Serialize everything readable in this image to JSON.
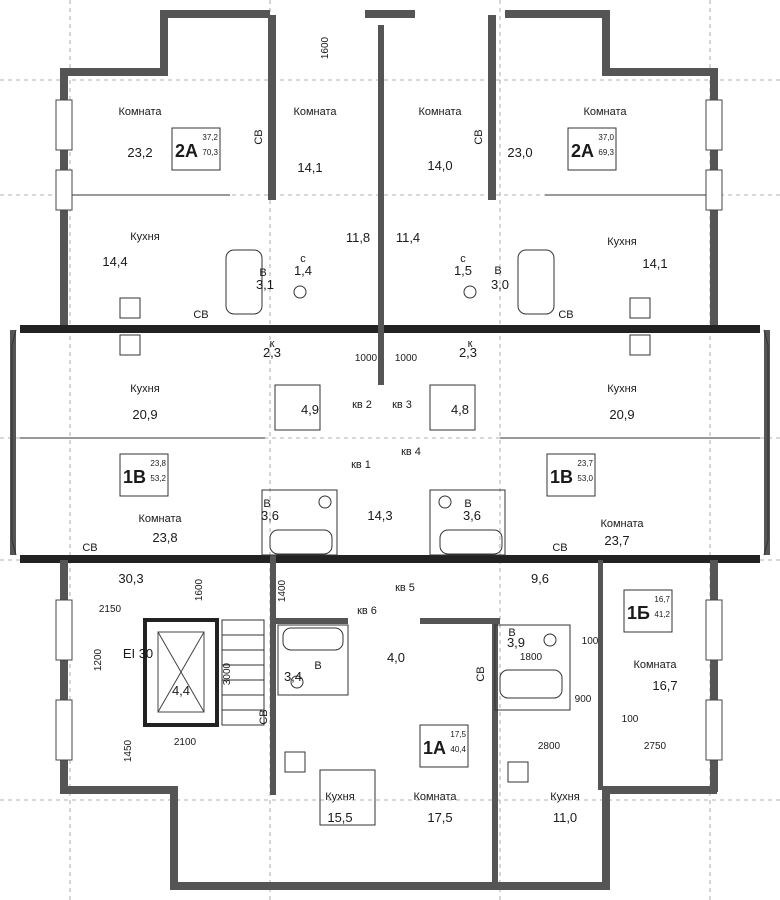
{
  "rooms": [
    {
      "id": "r1",
      "label": "Комната",
      "area": "23,2"
    },
    {
      "id": "r2",
      "label": "Комната",
      "area": "14,1"
    },
    {
      "id": "r3",
      "label": "Комната",
      "area": "14,0"
    },
    {
      "id": "r4",
      "label": "Комната",
      "area": "23,0"
    },
    {
      "id": "r5",
      "label": "Кухня",
      "area": "14,4"
    },
    {
      "id": "r6",
      "label": "Кухня",
      "area": "14,1"
    },
    {
      "id": "r7",
      "label": "Кухня",
      "area": "20,9"
    },
    {
      "id": "r8",
      "label": "Кухня",
      "area": "20,9"
    },
    {
      "id": "r9",
      "label": "Комната",
      "area": "23,8"
    },
    {
      "id": "r10",
      "label": "Комната",
      "area": "23,7"
    },
    {
      "id": "r11",
      "label": "Комната",
      "area": "16,7"
    },
    {
      "id": "r12",
      "label": "Кухня",
      "area": "15,5"
    },
    {
      "id": "r13",
      "label": "Комната",
      "area": "17,5"
    },
    {
      "id": "r14",
      "label": "Кухня",
      "area": "11,0"
    }
  ],
  "small_areas": [
    {
      "id": "a1",
      "text": "11,8"
    },
    {
      "id": "a2",
      "text": "11,4"
    },
    {
      "id": "a3",
      "text": "3,1"
    },
    {
      "id": "a4",
      "text": "1,4"
    },
    {
      "id": "a5",
      "text": "1,5"
    },
    {
      "id": "a6",
      "text": "3,0"
    },
    {
      "id": "a7",
      "text": "2,3"
    },
    {
      "id": "a8",
      "text": "2,3"
    },
    {
      "id": "a9",
      "text": "4,9"
    },
    {
      "id": "a10",
      "text": "4,8"
    },
    {
      "id": "a11",
      "text": "3,6"
    },
    {
      "id": "a12",
      "text": "3,6"
    },
    {
      "id": "a13",
      "text": "14,3"
    },
    {
      "id": "a14",
      "text": "30,3"
    },
    {
      "id": "a15",
      "text": "9,6"
    },
    {
      "id": "a16",
      "text": "4,0"
    },
    {
      "id": "a17",
      "text": "3,4"
    },
    {
      "id": "a18",
      "text": "3,9"
    },
    {
      "id": "a19",
      "text": "4,4"
    }
  ],
  "letter_marks": [
    {
      "id": "m1",
      "text": "В"
    },
    {
      "id": "m2",
      "text": "с"
    },
    {
      "id": "m3",
      "text": "с"
    },
    {
      "id": "m4",
      "text": "В"
    },
    {
      "id": "m5",
      "text": "к"
    },
    {
      "id": "m6",
      "text": "к"
    },
    {
      "id": "m7",
      "text": "В"
    },
    {
      "id": "m8",
      "text": "В"
    },
    {
      "id": "m9",
      "text": "В"
    },
    {
      "id": "m10",
      "text": "В"
    }
  ],
  "sv_marks": [
    {
      "id": "s1",
      "text": "СВ"
    },
    {
      "id": "s2",
      "text": "СВ"
    },
    {
      "id": "s3",
      "text": "СВ"
    },
    {
      "id": "s4",
      "text": "СВ"
    },
    {
      "id": "s5",
      "text": "СВ"
    },
    {
      "id": "s6",
      "text": "СВ"
    },
    {
      "id": "s7",
      "text": "СВ"
    },
    {
      "id": "s8",
      "text": "СВ"
    }
  ],
  "apartments": [
    {
      "id": "kv1",
      "text": "кв 1"
    },
    {
      "id": "kv2",
      "text": "кв 2"
    },
    {
      "id": "kv3",
      "text": "кв 3"
    },
    {
      "id": "kv4",
      "text": "кв 4"
    },
    {
      "id": "kv5",
      "text": "кв 5"
    },
    {
      "id": "kv6",
      "text": "кв 6"
    }
  ],
  "badges": [
    {
      "id": "b1",
      "code": "2А",
      "living": "37,2",
      "total": "70,3"
    },
    {
      "id": "b2",
      "code": "2А",
      "living": "37,0",
      "total": "69,3"
    },
    {
      "id": "b3",
      "code": "1В",
      "living": "23,8",
      "total": "53,2"
    },
    {
      "id": "b4",
      "code": "1В",
      "living": "23,7",
      "total": "53,0"
    },
    {
      "id": "b5",
      "code": "1Б",
      "living": "16,7",
      "total": "41,2"
    },
    {
      "id": "b6",
      "code": "1А",
      "living": "17,5",
      "total": "40,4"
    }
  ],
  "dimensions": [
    {
      "id": "d1",
      "text": "1600"
    },
    {
      "id": "d2",
      "text": "1000"
    },
    {
      "id": "d3",
      "text": "1000"
    },
    {
      "id": "d4",
      "text": "2150"
    },
    {
      "id": "d5",
      "text": "1600"
    },
    {
      "id": "d6",
      "text": "1400"
    },
    {
      "id": "d7",
      "text": "1200"
    },
    {
      "id": "d8",
      "text": "3000"
    },
    {
      "id": "d9",
      "text": "2100"
    },
    {
      "id": "d10",
      "text": "1450"
    },
    {
      "id": "d11",
      "text": "1800"
    },
    {
      "id": "d12",
      "text": "100"
    },
    {
      "id": "d13",
      "text": "900"
    },
    {
      "id": "d14",
      "text": "100"
    },
    {
      "id": "d15",
      "text": "2800"
    },
    {
      "id": "d16",
      "text": "2750"
    }
  ],
  "elevator": {
    "label": "EI 30"
  }
}
